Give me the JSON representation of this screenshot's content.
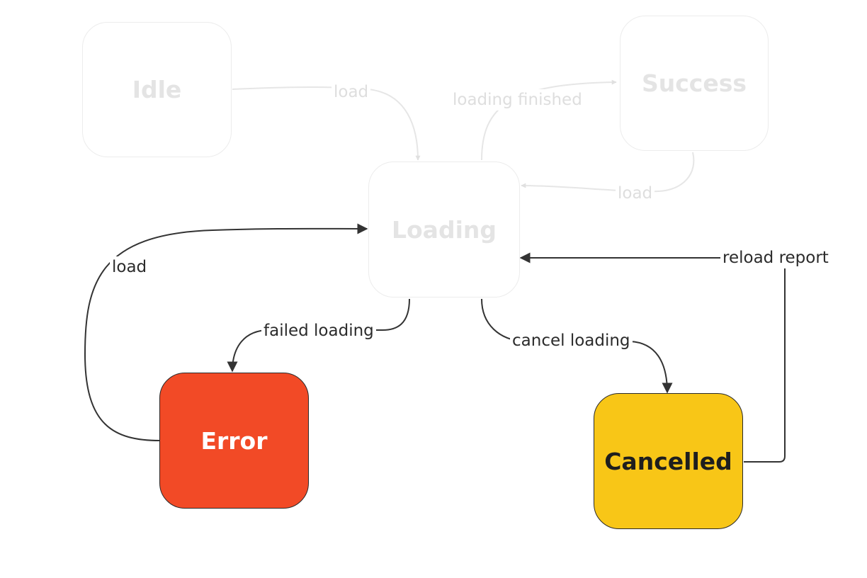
{
  "colors": {
    "faded_stroke": "#e6e6e6",
    "faded_text": "#e2e2e2",
    "active_stroke": "#333333",
    "error_fill": "#f24a26",
    "cancelled_fill": "#f8c617"
  },
  "states": {
    "idle": "Idle",
    "success": "Success",
    "loading": "Loading",
    "error": "Error",
    "cancelled": "Cancelled"
  },
  "transitions": {
    "idle_to_loading": "load",
    "loading_to_success": "loading finished",
    "success_to_loading": "load",
    "error_to_loading": "load",
    "loading_to_error": "failed loading",
    "loading_to_cancelled": "cancel loading",
    "cancelled_to_loading": "reload report"
  }
}
